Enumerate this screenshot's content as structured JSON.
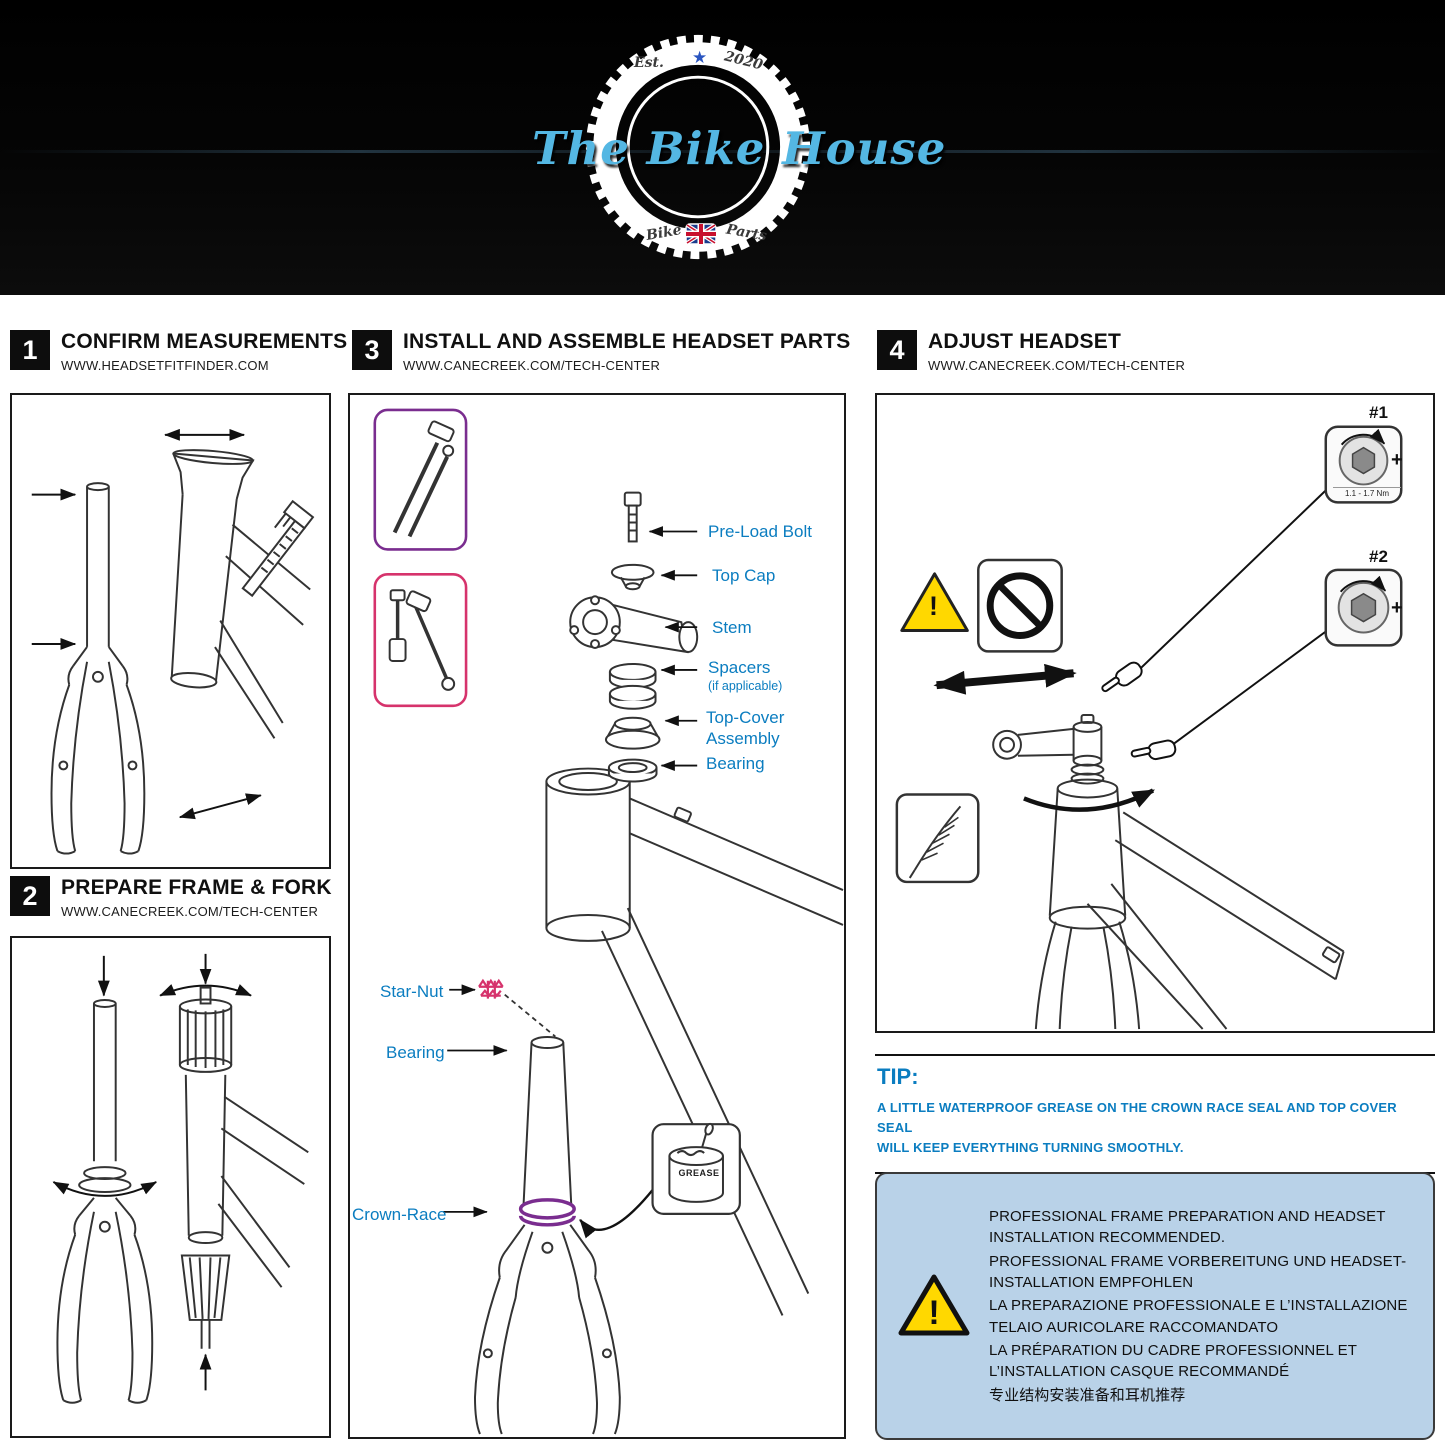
{
  "banner": {
    "title": "The Bike House",
    "est": "Est.",
    "year": "2020",
    "bike": "Bike",
    "parts": "Parts"
  },
  "sections": {
    "s1": {
      "num": "1",
      "title": "CONFIRM MEASUREMENTS",
      "url": "WWW.HEADSETFITFINDER.COM"
    },
    "s2": {
      "num": "2",
      "title": "PREPARE FRAME & FORK",
      "url": "WWW.CANECREEK.COM/TECH-CENTER"
    },
    "s3": {
      "num": "3",
      "title": "INSTALL AND ASSEMBLE HEADSET PARTS",
      "url": "WWW.CANECREEK.COM/TECH-CENTER"
    },
    "s4": {
      "num": "4",
      "title": "ADJUST HEADSET",
      "url": "WWW.CANECREEK.COM/TECH-CENTER"
    }
  },
  "assembly_labels": {
    "preload_bolt": "Pre-Load Bolt",
    "top_cap": "Top Cap",
    "stem": "Stem",
    "spacers": "Spacers",
    "spacers_note": "(if applicable)",
    "top_cover_line1": "Top-Cover",
    "top_cover_line2": "Assembly",
    "bearing_upper": "Bearing",
    "star_nut": "Star-Nut",
    "bearing_lower": "Bearing",
    "crown_race": "Crown-Race",
    "grease": "GREASE"
  },
  "adjust": {
    "tool1": "#1",
    "tool2": "#2",
    "torque": "1.1 - 1.7 Nm",
    "plus": "+",
    "exclamation": "!"
  },
  "tip": {
    "heading": "TIP:",
    "line1": "A LITTLE WATERPROOF GREASE ON THE CROWN RACE SEAL AND TOP COVER SEAL",
    "line2": "WILL KEEP EVERYTHING TURNING SMOOTHLY."
  },
  "notice": {
    "exclamation": "!",
    "lines": [
      "PROFESSIONAL FRAME PREPARATION AND HEADSET INSTALLATION RECOMMENDED.",
      "PROFESSIONAL FRAME VORBEREITUNG UND HEADSET-INSTALLATION EMPFOHLEN",
      "LA PREPARAZIONE PROFESSIONALE E L’INSTALLAZIONE TELAIO AURICOLARE RACCOMANDATO",
      "LA PRÉPARATION DU CADRE PROFESSIONNEL ET L’INSTALLATION CASQUE RECOMMANDÉ",
      "专业结构安装准备和耳机推荐"
    ]
  },
  "icons": {
    "star": "★"
  },
  "colors": {
    "label_blue": "#0b7dc0",
    "logo_blue": "#54b7e3",
    "notice_bg": "#b9d2e8",
    "warning_yellow": "#ffd800",
    "star_nut_pink": "#d6336c",
    "crown_race_purple": "#7a2d8f"
  }
}
